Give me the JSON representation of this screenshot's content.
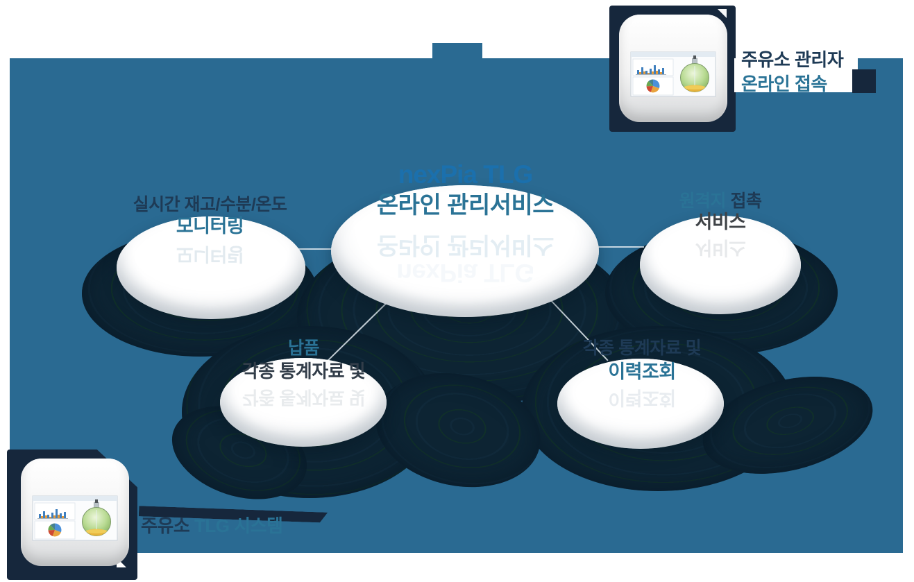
{
  "diagram": {
    "center": {
      "title": "nexPia TLG",
      "subtitle": "온라인 관리서비스"
    },
    "nodes": {
      "left": {
        "line1": "실시간 재고/수분/온도",
        "line2": "모니터링"
      },
      "right": {
        "line1_part1": "원격지",
        "line1_part2": " 접촉",
        "line2": "서비스"
      },
      "bottom_left": {
        "line1": "납품",
        "line2": "각종 통계자료 및"
      },
      "bottom_right": {
        "line1": "각종 통계자료 및",
        "line2": "이력조회"
      }
    }
  },
  "icons": {
    "top_right": {
      "label_line1": "주유소 관리자",
      "label_line2": "온라인 접속",
      "glyphs": [
        "bar-chart-icon",
        "pie-chart-icon",
        "tank-gauge-icon"
      ]
    },
    "bottom_left": {
      "label_part1": "주유소 ",
      "label_part2": "TLG 시스템",
      "glyphs": [
        "bar-chart-icon",
        "pie-chart-icon",
        "tank-gauge-icon"
      ]
    }
  },
  "colors": {
    "panel_blue": "#2a6a92",
    "shadow_navy": "#0d2433",
    "backdrop_navy": "#16273c",
    "teal_text": "#2a7396",
    "navy_text": "#1e3a55",
    "brand_blue": "#1b70ad",
    "gray_text": "#3f4347",
    "disc_white": "#ffffff"
  }
}
